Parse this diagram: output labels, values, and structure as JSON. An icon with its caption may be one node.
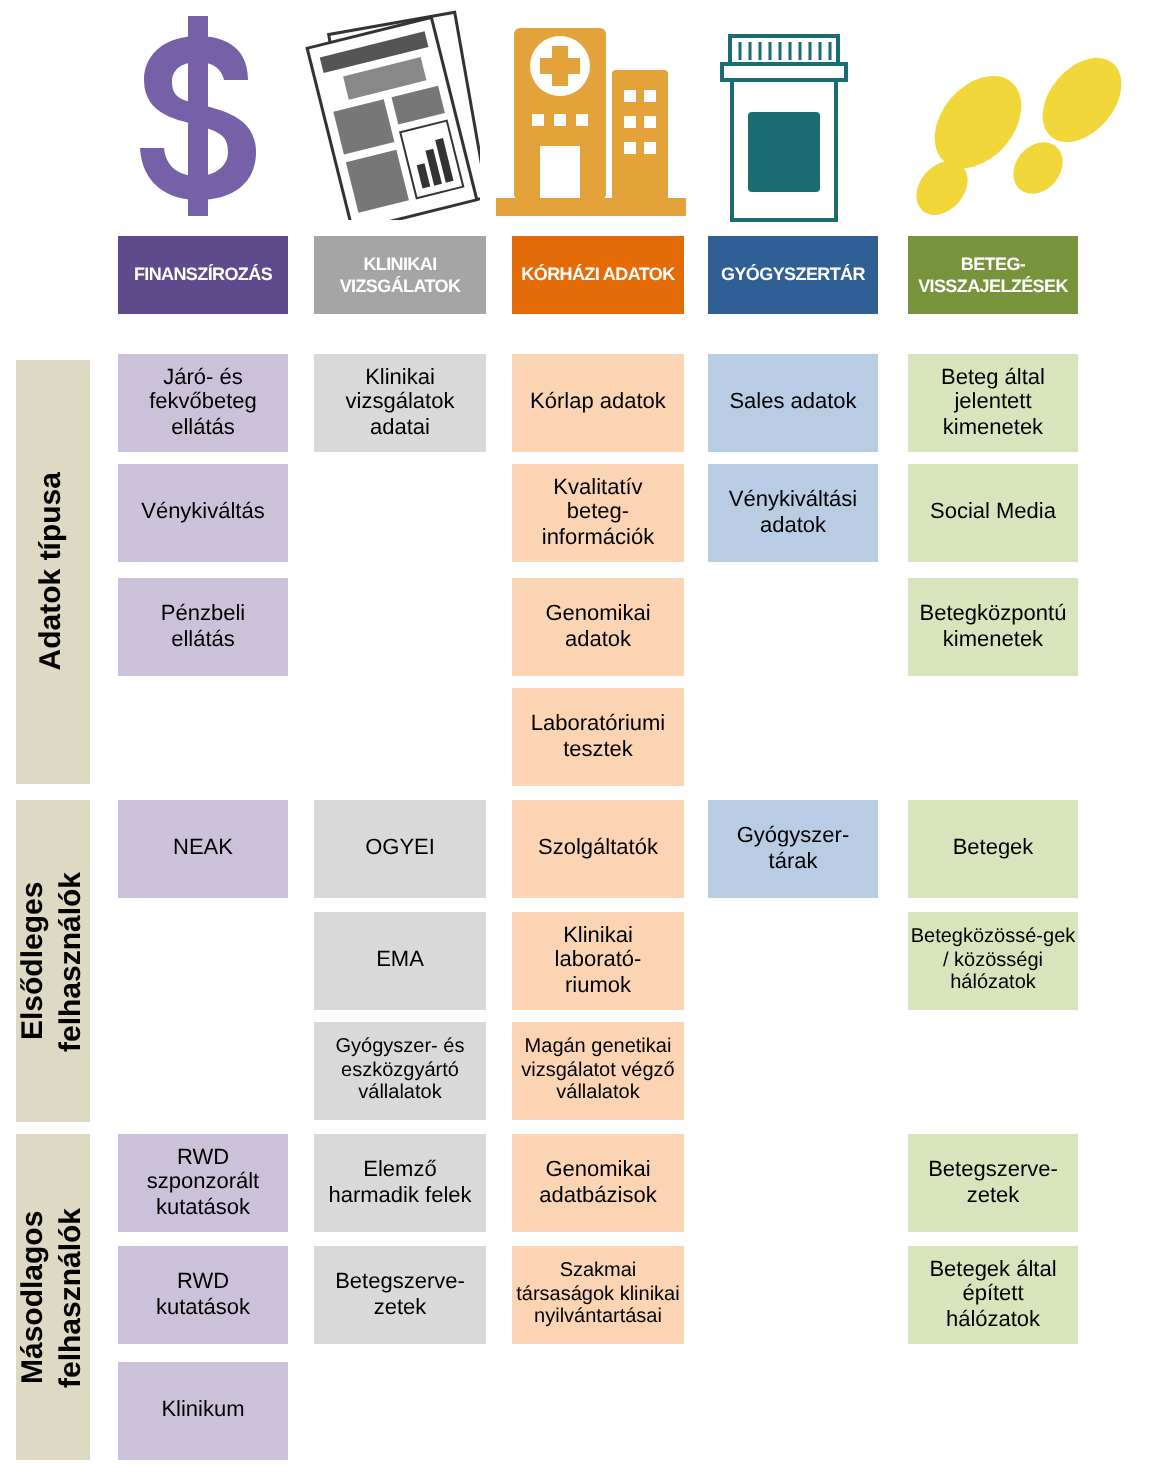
{
  "diagram": {
    "nodes": [
      {
        "text": [
          "FINANSZÍROZÁS"
        ]
      },
      {
        "text": [
          "KLINIKAI VIZSGÁLATOK"
        ]
      },
      {
        "text": [
          "KÓRHÁZI ADATOK"
        ]
      },
      {
        "text": [
          "GYÓGYSZERTÁR"
        ]
      },
      {
        "text": [
          "BETEG-VISSZAJELZÉSEK"
        ]
      },
      {
        "text": [
          "Adatok típusa"
        ]
      },
      {
        "text": [
          "Járó- és fekvőbeteg ellátás"
        ]
      },
      {
        "text": [
          "Klinikai vizsgálatok adatai"
        ]
      },
      {
        "text": [
          "Kórlap adatok"
        ]
      },
      {
        "text": [
          "Sales adatok"
        ]
      },
      {
        "text": [
          "Beteg által jelentett kimenetek"
        ]
      },
      {
        "text": [
          "Vénykiváltás"
        ]
      },
      {
        "text": [
          "Kvalitatív beteg-információk"
        ]
      },
      {
        "text": [
          "Vénykiváltási adatok"
        ]
      },
      {
        "text": [
          "Social Media"
        ]
      },
      {
        "text": [
          "Pénzbeli ellátás"
        ]
      },
      {
        "text": [
          "Genomikai adatok"
        ]
      },
      {
        "text": [
          "Betegközpontú kimenetek"
        ]
      },
      {
        "text": [
          "Laboratóriumi tesztek"
        ]
      },
      {
        "text": [
          "Elsődleges felhasználók"
        ]
      },
      {
        "text": [
          "NEAK"
        ]
      },
      {
        "text": [
          "OGYEI"
        ]
      },
      {
        "text": [
          "Szolgáltatók"
        ]
      },
      {
        "text": [
          "Gyógyszer-tárak"
        ]
      },
      {
        "text": [
          "Betegek"
        ]
      },
      {
        "text": [
          "EMA"
        ]
      },
      {
        "text": [
          "Klinikai laborató-riumok"
        ]
      },
      {
        "text": [
          "Betegközössé-gek / közösségi hálózatok"
        ]
      },
      {
        "text": [
          "Gyógyszer- és eszközgyártó vállalatok"
        ]
      },
      {
        "text": [
          "Magán genetikai vizsgálatot végző vállalatok"
        ]
      },
      {
        "text": [
          "Másodlagos felhasználók"
        ]
      },
      {
        "text": [
          "RWD szponzorált kutatások"
        ]
      },
      {
        "text": [
          "Elemző harmadik felek"
        ]
      },
      {
        "text": [
          "Genomikai adatbázisok"
        ]
      },
      {
        "text": [
          "Betegszerve-zetek"
        ]
      },
      {
        "text": [
          "RWD kutatások"
        ]
      },
      {
        "text": [
          "Betegszerve-zetek"
        ]
      },
      {
        "text": [
          "Szakmai társaságok klinikai nyilvántartásai"
        ]
      },
      {
        "text": [
          "Betegek által épített hálózatok"
        ]
      },
      {
        "text": [
          "Klinikum"
        ]
      }
    ]
  }
}
